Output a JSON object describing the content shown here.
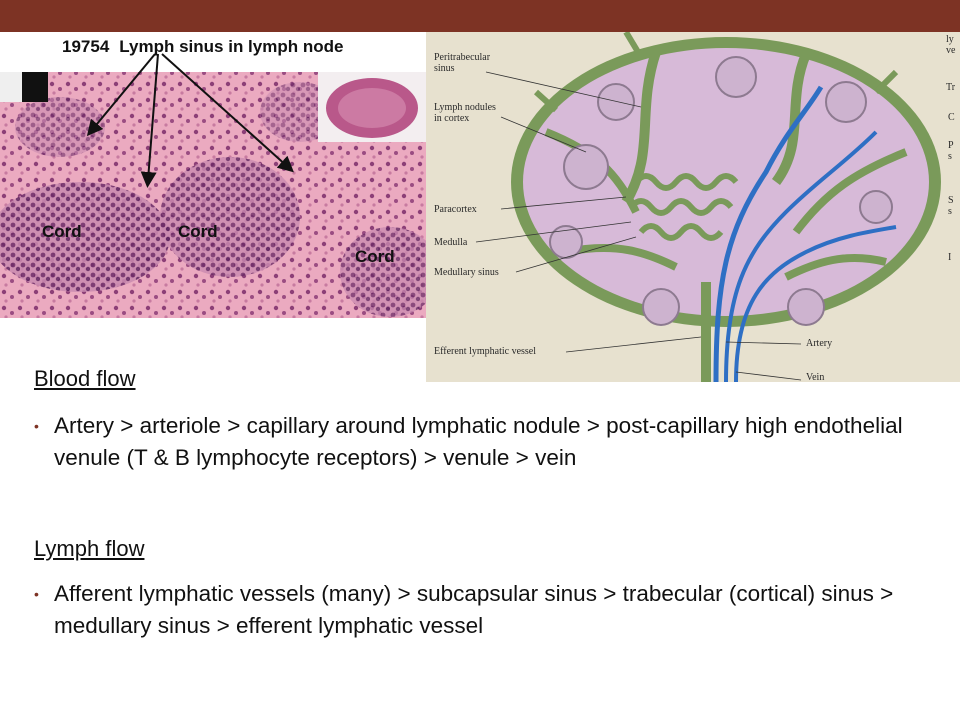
{
  "micrograph": {
    "number": "19754",
    "title": "Lymph sinus in lymph node",
    "labels": [
      "Cord",
      "Cord",
      "Cord"
    ]
  },
  "diagram": {
    "labels": {
      "peritrabecular_sinus": "Peritrabecular\nsinus",
      "lymph_nodules": "Lymph nodules\nin cortex",
      "paracortex": "Paracortex",
      "medulla": "Medulla",
      "medullary_sinus": "Medullary sinus",
      "efferent": "Efferent lymphatic vessel",
      "artery": "Artery",
      "vein": "Vein",
      "r1": "ly\nve",
      "r2": "Tr",
      "r3": "C",
      "r4": "P\ns",
      "r5": "S\ns",
      "r6": "I"
    }
  },
  "text": {
    "heading1": "Blood flow",
    "bullet1": "Artery > arteriole > capillary around lymphatic nodule > post-capillary high endothelial venule (T & B lymphocyte receptors) > venule > vein",
    "heading2": "Lymph flow",
    "bullet2": "Afferent lymphatic vessels (many) > subcapsular sinus > trabecular (cortical) sinus > medullary sinus > efferent lymphatic vessel"
  },
  "colors": {
    "accent": "#7d3324",
    "tissue": "#e9a7bd",
    "node_fill": "#d7bad8",
    "sinus": "#7a9a5a",
    "artery": "#2e6fc4"
  }
}
